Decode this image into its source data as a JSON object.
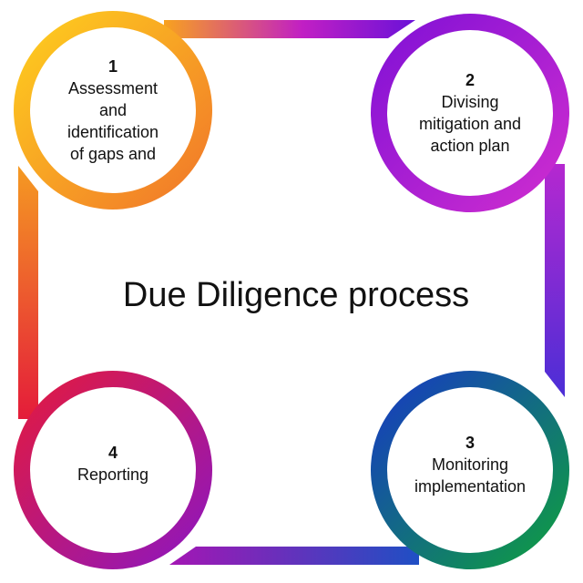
{
  "title": "Due Diligence process",
  "steps": [
    {
      "number": "1",
      "label": "Assessment\nand\nidentification\nof gaps and"
    },
    {
      "number": "2",
      "label": "Divising\nmitigation and\naction plan"
    },
    {
      "number": "3",
      "label": "Monitoring\nimplementation"
    },
    {
      "number": "4",
      "label": "Reporting"
    }
  ],
  "colors": {
    "yellow": "#FFD21E",
    "orange": "#F47E24",
    "red": "#E4183A",
    "purple": "#7E10D6",
    "magenta": "#C42BD4",
    "blue": "#1B3FC7",
    "green": "#0E9A3C",
    "violet": "#9A18B4"
  }
}
